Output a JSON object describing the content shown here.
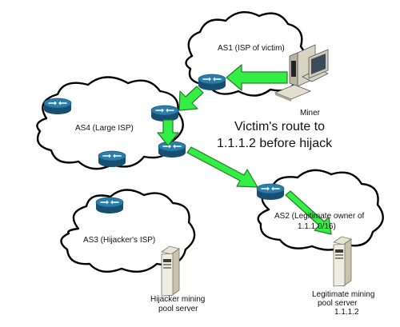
{
  "clouds": {
    "as1": "AS1 (ISP of victim)",
    "as4": "AS4 (Large ISP)",
    "as3": "AS3 (Hijacker's ISP)",
    "as2_line1": "AS2 (Legitimate owner of",
    "as2_line2": "1.1.1.0/16)"
  },
  "devices": {
    "miner_label": "Miner",
    "hijacker_server_line1": "Hijacker mining",
    "hijacker_server_line2": "pool server",
    "legit_server_line1": "Legitimate mining",
    "legit_server_line2": "pool server",
    "legit_server_ip": "1.1.1.2"
  },
  "caption": {
    "line1": "Victim's route to",
    "line2": "1.1.1.2 before hijack"
  },
  "colors": {
    "arrow_fill": "#33ee44",
    "arrow_stroke": "#2a7a2a",
    "router_top": "#1f6c96",
    "router_side": "#174f70"
  },
  "icons": [
    "router-icon",
    "desktop-computer-icon",
    "server-tower-icon",
    "route-arrow-icon"
  ]
}
